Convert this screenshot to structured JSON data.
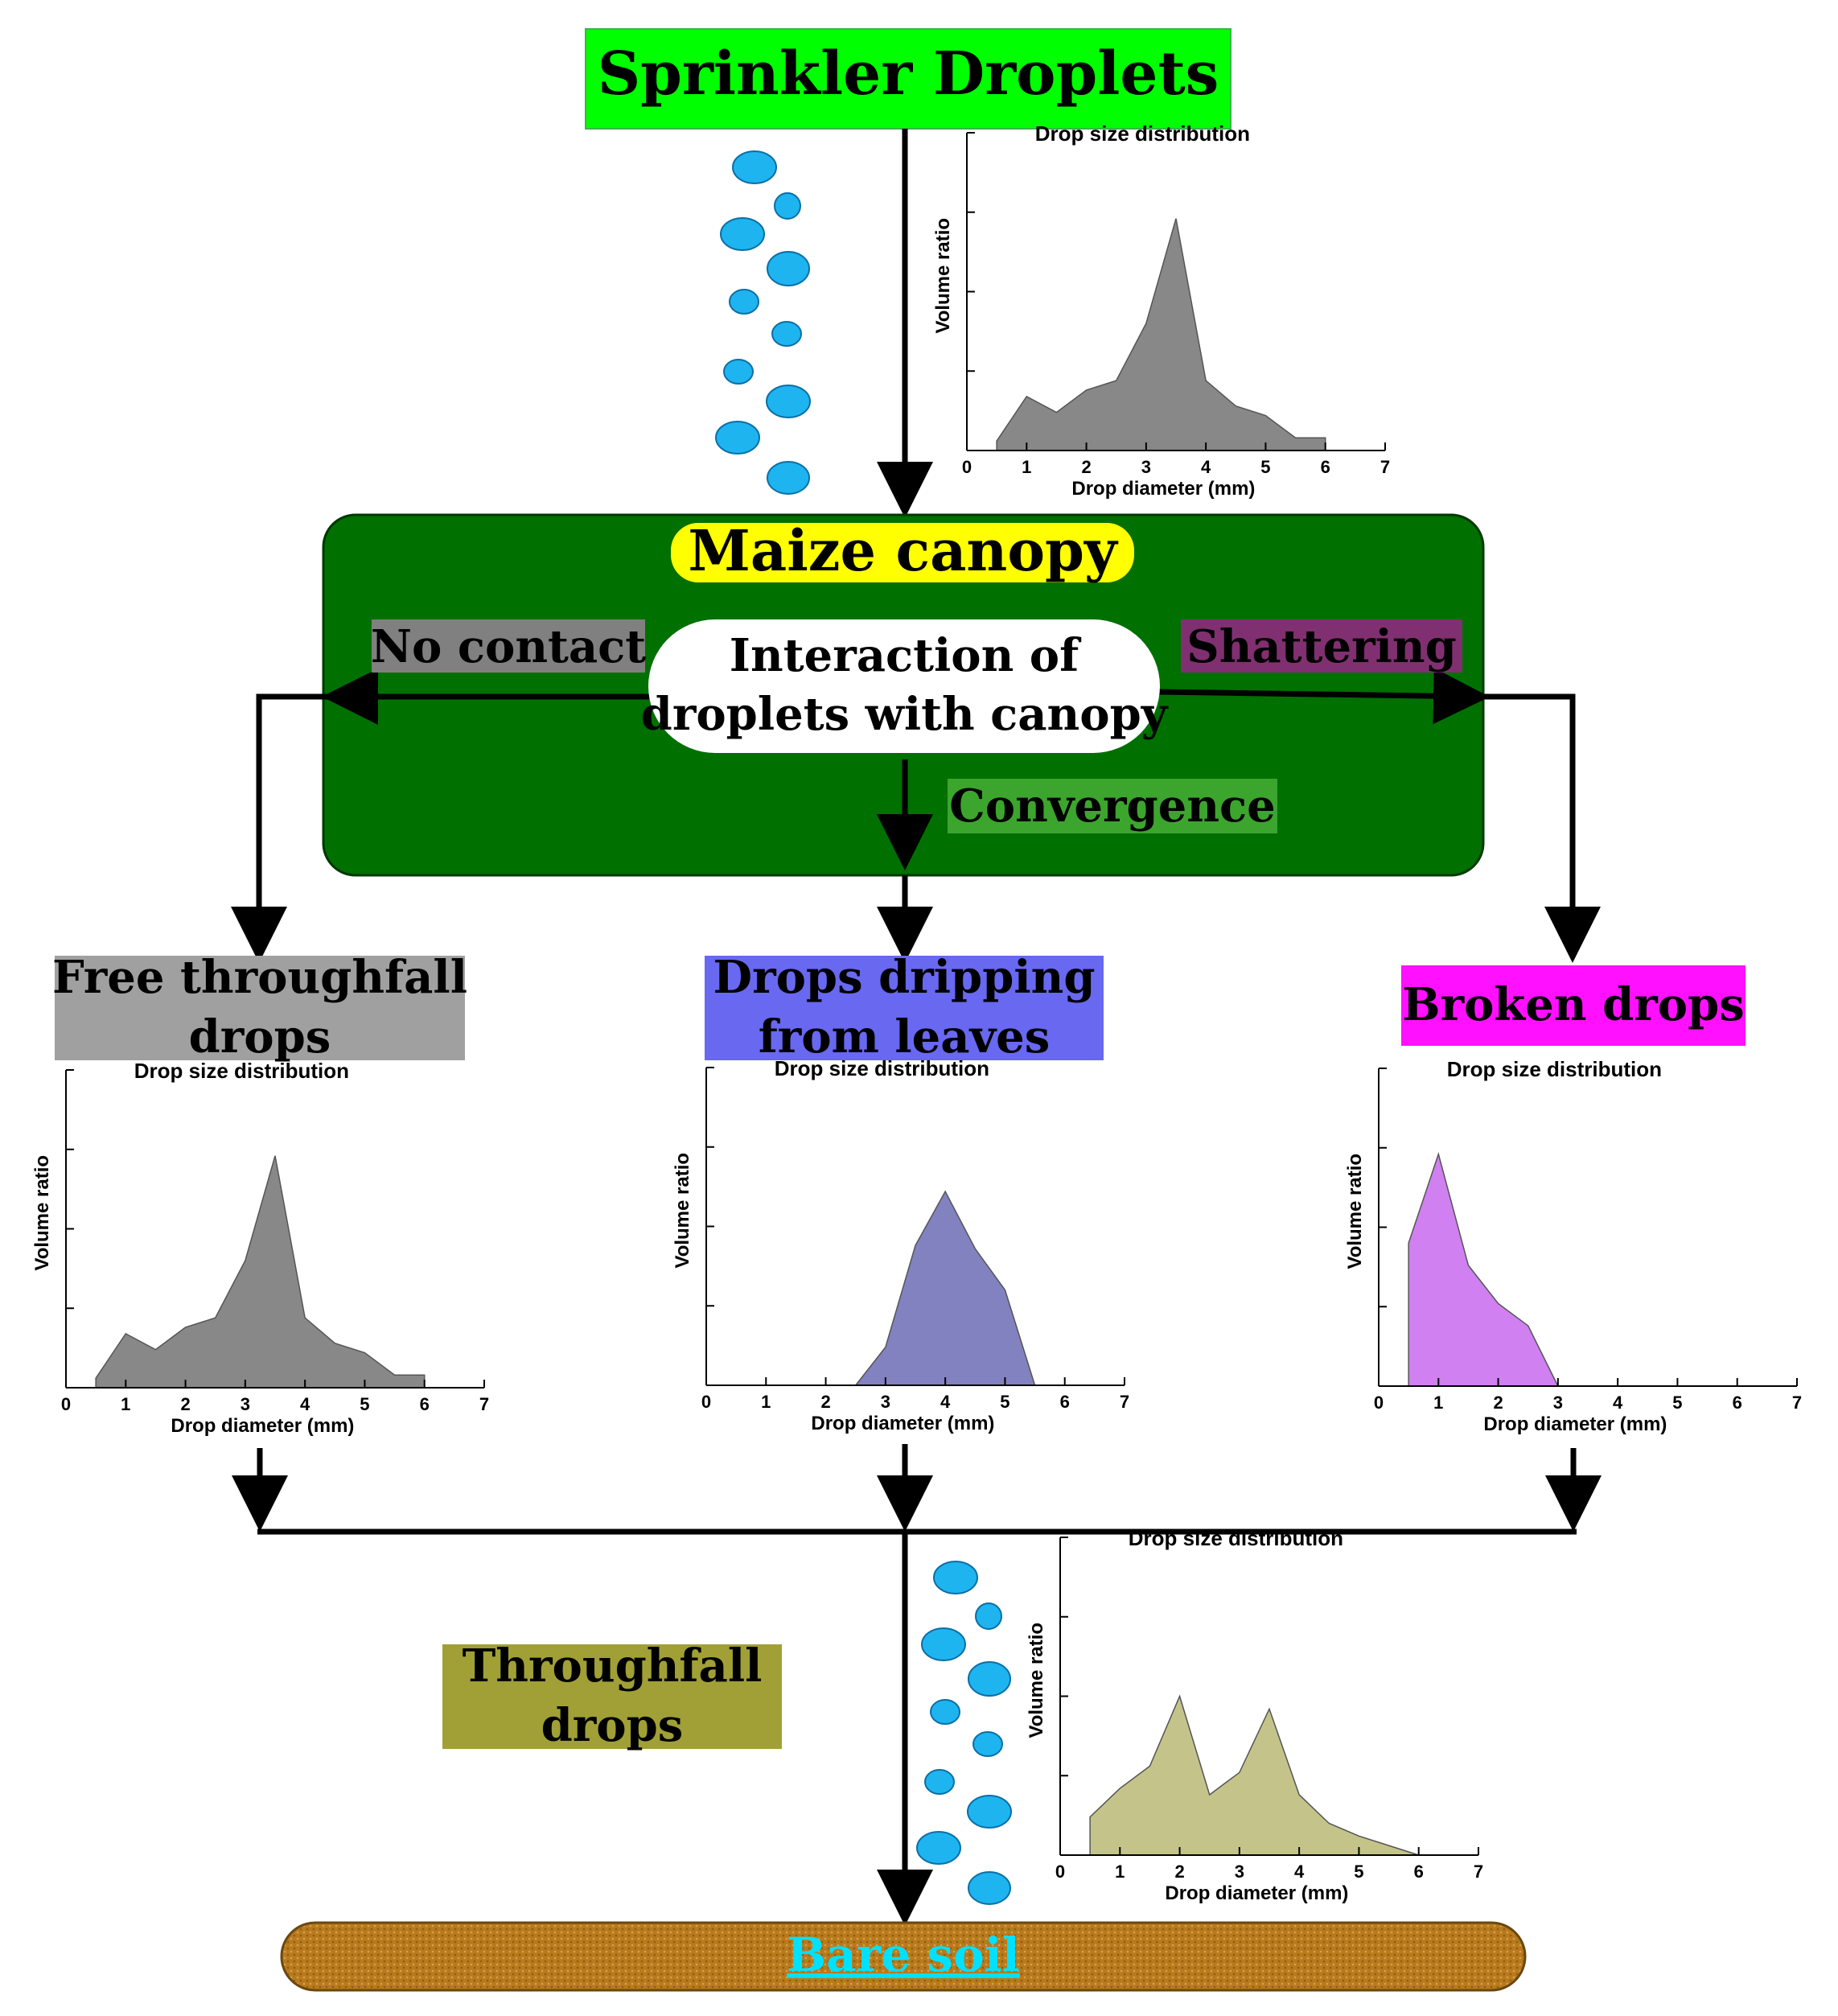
{
  "colors": {
    "sprinkler_box": "#00ff00",
    "canopy_panel": "#007000",
    "canopy_title_bg": "#ffff00",
    "no_contact_bg": "#808080",
    "shattering_bg": "#803070",
    "convergence_bg": "#3ca52d",
    "free_throughfall_bg": "#a0a0a0",
    "dripping_bg": "#6868f0",
    "broken_bg": "#ff10ff",
    "throughfall_bg": "#a0a036",
    "soil": "#b87a1c",
    "droplet": "#1eb4f0",
    "series_sprinkler": "#888888",
    "series_free": "#888888",
    "series_dripping": "#8282c0",
    "series_broken": "#d080f0",
    "series_throughfall": "#c4c48a"
  },
  "labels": {
    "sprinkler": "Sprinkler Droplets",
    "canopy": "Maize canopy",
    "interaction_line1": "Interaction of",
    "interaction_line2": "droplets with canopy",
    "no_contact": "No contact",
    "shattering": "Shattering",
    "convergence": "Convergence",
    "free_line1": "Free throughfall",
    "free_line2": "drops",
    "dripping_line1": "Drops dripping",
    "dripping_line2": "from leaves",
    "broken": "Broken drops",
    "throughfall_line1": "Throughfall",
    "throughfall_line2": "drops",
    "soil": "Bare soil"
  },
  "chart_data": [
    {
      "id": "sprinkler",
      "type": "area",
      "title": "Drop size distribution",
      "xlabel": "Drop diameter (mm)",
      "ylabel": "Volume ratio",
      "xlim": [
        0,
        7
      ],
      "xticks": [
        "0",
        "1",
        "2",
        "3",
        "4",
        "5",
        "6",
        "7"
      ],
      "ylim": [
        0,
        100
      ],
      "x": [
        0.5,
        1,
        1.5,
        2,
        2.5,
        3,
        3.5,
        4,
        4.5,
        5,
        5.5,
        6
      ],
      "values": [
        3,
        17,
        12,
        19,
        22,
        40,
        73,
        22,
        14,
        11,
        4,
        4
      ]
    },
    {
      "id": "free",
      "type": "area",
      "title": "Drop size distribution",
      "xlabel": "Drop diameter (mm)",
      "ylabel": "Volume ratio",
      "xlim": [
        0,
        7
      ],
      "xticks": [
        "0",
        "1",
        "2",
        "3",
        "4",
        "5",
        "6",
        "7"
      ],
      "ylim": [
        0,
        100
      ],
      "x": [
        0.5,
        1,
        1.5,
        2,
        2.5,
        3,
        3.5,
        4,
        4.5,
        5,
        5.5,
        6
      ],
      "values": [
        3,
        17,
        12,
        19,
        22,
        40,
        73,
        22,
        14,
        11,
        4,
        4
      ]
    },
    {
      "id": "dripping",
      "type": "area",
      "title": "Drop size distribution",
      "xlabel": "Drop diameter (mm)",
      "ylabel": "Volume ratio",
      "xlim": [
        0,
        7
      ],
      "xticks": [
        "0",
        "1",
        "2",
        "3",
        "4",
        "5",
        "6",
        "7"
      ],
      "ylim": [
        0,
        100
      ],
      "x": [
        2.5,
        3,
        3.5,
        4,
        4.5,
        5,
        5.5
      ],
      "values": [
        0,
        12,
        44,
        61,
        43,
        30,
        0
      ]
    },
    {
      "id": "broken",
      "type": "area",
      "title": "Drop size distribution",
      "xlabel": "Drop diameter (mm)",
      "ylabel": "Volume ratio",
      "xlim": [
        0,
        7
      ],
      "xticks": [
        "0",
        "1",
        "2",
        "3",
        "4",
        "5",
        "6",
        "7"
      ],
      "ylim": [
        0,
        100
      ],
      "x": [
        0.5,
        1,
        1.5,
        2,
        2.5,
        3
      ],
      "values": [
        45,
        73,
        38,
        26,
        19,
        0
      ]
    },
    {
      "id": "throughfall",
      "type": "area",
      "title": "Drop size distribution",
      "xlabel": "Drop diameter (mm)",
      "ylabel": "Volume ratio",
      "xlim": [
        0,
        7
      ],
      "xticks": [
        "0",
        "1",
        "2",
        "3",
        "4",
        "5",
        "6",
        "7"
      ],
      "ylim": [
        0,
        100
      ],
      "x": [
        0.5,
        1,
        1.5,
        2,
        2.5,
        3,
        3.5,
        4,
        4.5,
        5,
        5.5,
        6
      ],
      "values": [
        12,
        21,
        28,
        50,
        19,
        26,
        46,
        19,
        10,
        6,
        3,
        0
      ]
    }
  ]
}
